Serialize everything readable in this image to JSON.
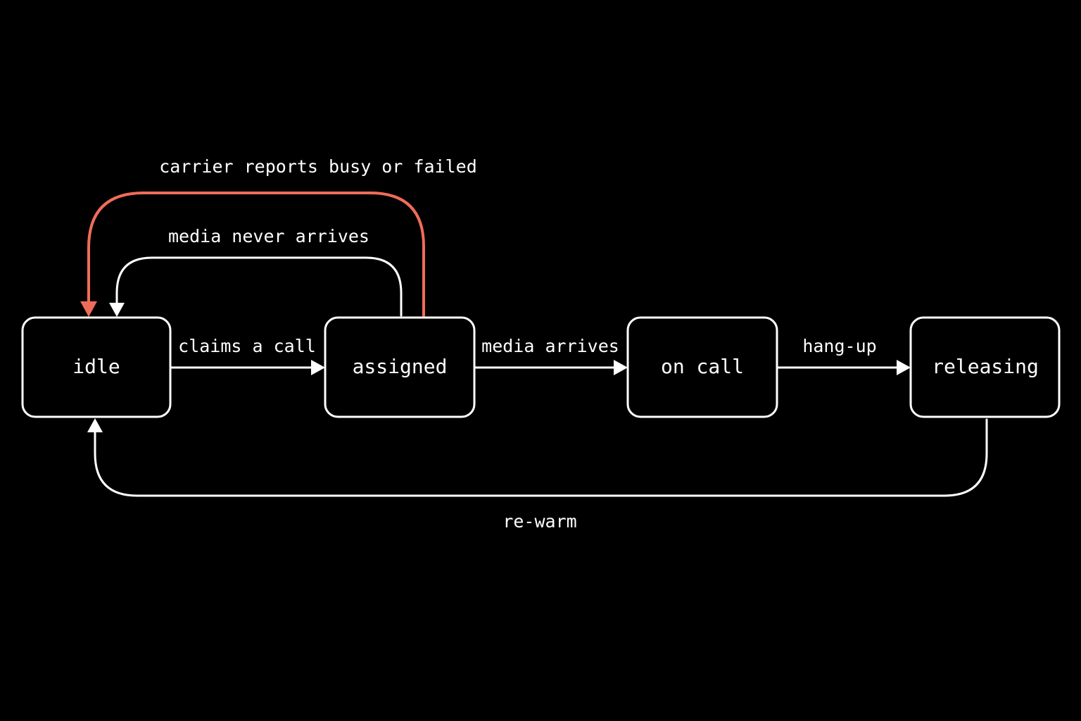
{
  "colors": {
    "background": "#000000",
    "foreground": "#ffffff",
    "accent": "#f06c5a"
  },
  "states": {
    "idle": "idle",
    "assigned": "assigned",
    "on_call": "on call",
    "releasing": "releasing"
  },
  "transitions": {
    "claims_a_call": "claims a call",
    "media_arrives": "media arrives",
    "hang_up": "hang-up",
    "re_warm": "re-warm",
    "media_never_arrives": "media never arrives",
    "carrier_reports_busy_or_failed": "carrier reports busy or failed"
  }
}
